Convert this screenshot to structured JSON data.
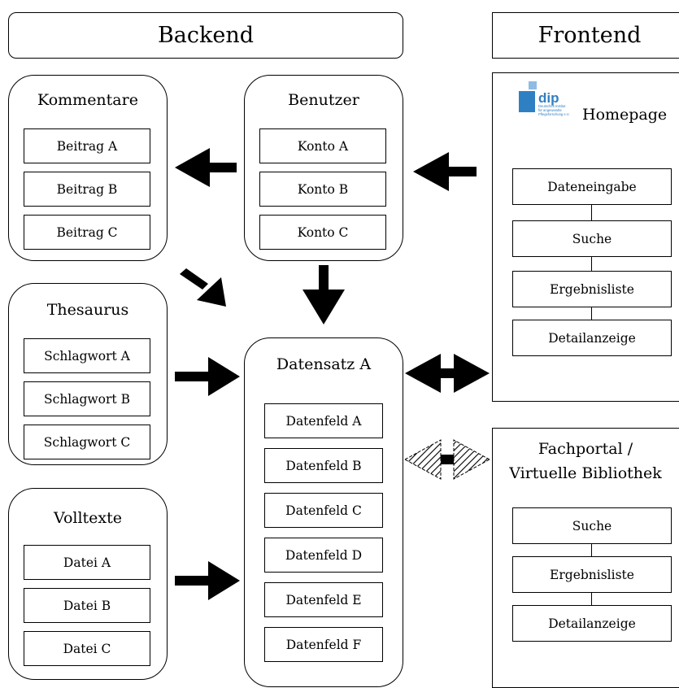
{
  "headers": {
    "backend": "Backend",
    "frontend": "Frontend"
  },
  "kommentare": {
    "title": "Kommentare",
    "items": [
      "Beitrag A",
      "Beitrag B",
      "Beitrag C"
    ]
  },
  "benutzer": {
    "title": "Benutzer",
    "items": [
      "Konto A",
      "Konto B",
      "Konto C"
    ]
  },
  "thesaurus": {
    "title": "Thesaurus",
    "items": [
      "Schlagwort A",
      "Schlagwort B",
      "Schlagwort C"
    ]
  },
  "volltexte": {
    "title": "Volltexte",
    "items": [
      "Datei A",
      "Datei B",
      "Datei C"
    ]
  },
  "datensatz": {
    "title": "Datensatz A",
    "items": [
      "Datenfeld A",
      "Datenfeld B",
      "Datenfeld C",
      "Datenfeld D",
      "Datenfeld E",
      "Datenfeld F"
    ]
  },
  "homepage": {
    "title": "Homepage",
    "logo": {
      "text": "dip",
      "small": "Deutsches Institut für angewandte Pflegeforschung e.V.",
      "color": "#2f7fc3"
    },
    "items": [
      "Dateneingabe",
      "Suche",
      "Ergebnisliste",
      "Detailanzeige"
    ]
  },
  "fachportal": {
    "title_line1": "Fachportal /",
    "title_line2": "Virtuelle Bibliothek",
    "items": [
      "Suche",
      "Ergebnisliste",
      "Detailanzeige"
    ]
  }
}
